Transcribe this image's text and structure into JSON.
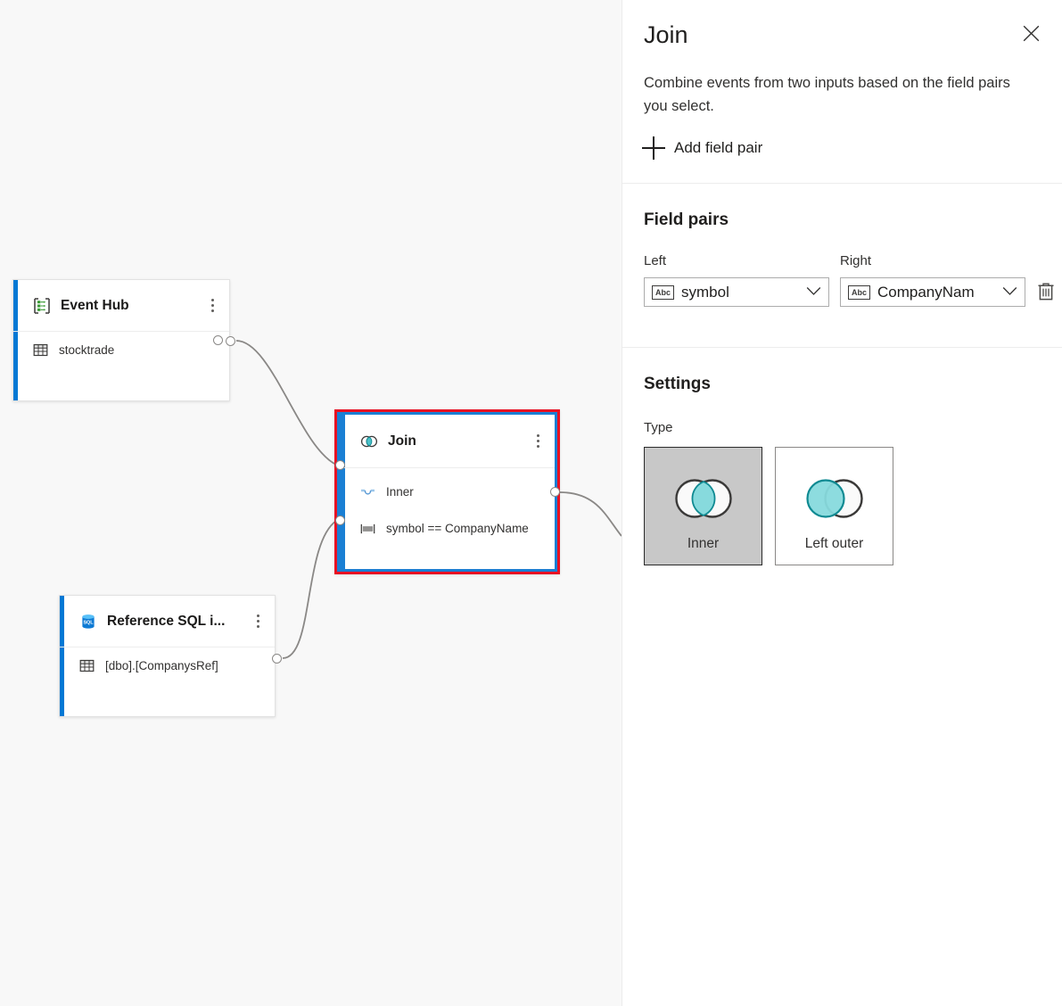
{
  "canvas": {
    "nodes": [
      {
        "id": "event-hub",
        "title": "Event Hub",
        "icon": "event-hub-icon",
        "rows": [
          {
            "icon": "table-icon",
            "label": "stocktrade"
          }
        ],
        "menu_icon": "kebab-menu-icon"
      },
      {
        "id": "join",
        "title": "Join",
        "icon": "join-venn-icon",
        "selected": true,
        "rows": [
          {
            "icon": "join-type-icon",
            "label": "Inner"
          },
          {
            "icon": "field-pair-icon",
            "label": "symbol == CompanyName"
          }
        ],
        "menu_icon": "kebab-menu-icon"
      },
      {
        "id": "reference-sql",
        "title": "Reference SQL i...",
        "icon": "sql-database-icon",
        "rows": [
          {
            "icon": "table-icon",
            "label": "[dbo].[CompanysRef]"
          }
        ],
        "menu_icon": "kebab-menu-icon"
      }
    ],
    "accent_color": "#0078d4",
    "selection_color": "#e81123",
    "background": "#f8f8f8"
  },
  "panel": {
    "title": "Join",
    "close_icon": "close-icon",
    "description": "Combine events from two inputs based on the field pairs you select.",
    "add_field_pair": {
      "icon": "plus-icon",
      "label": "Add field pair"
    },
    "field_pairs": {
      "section_title": "Field pairs",
      "left_label": "Left",
      "right_label": "Right",
      "rows": [
        {
          "left": {
            "type_icon": "abc-string-icon",
            "type_text": "Abc",
            "value": "symbol"
          },
          "right": {
            "type_icon": "abc-string-icon",
            "type_text": "Abc",
            "value": "CompanyNam"
          },
          "delete_icon": "trash-icon"
        }
      ],
      "chevron_icon": "chevron-down-icon"
    },
    "settings": {
      "section_title": "Settings",
      "type_label": "Type",
      "options": [
        {
          "id": "inner",
          "label": "Inner",
          "icon": "venn-inner-icon",
          "selected": true
        },
        {
          "id": "left-outer",
          "label": "Left outer",
          "icon": "venn-left-outer-icon",
          "selected": false
        }
      ],
      "accent_color": "#4bc0c8"
    }
  }
}
